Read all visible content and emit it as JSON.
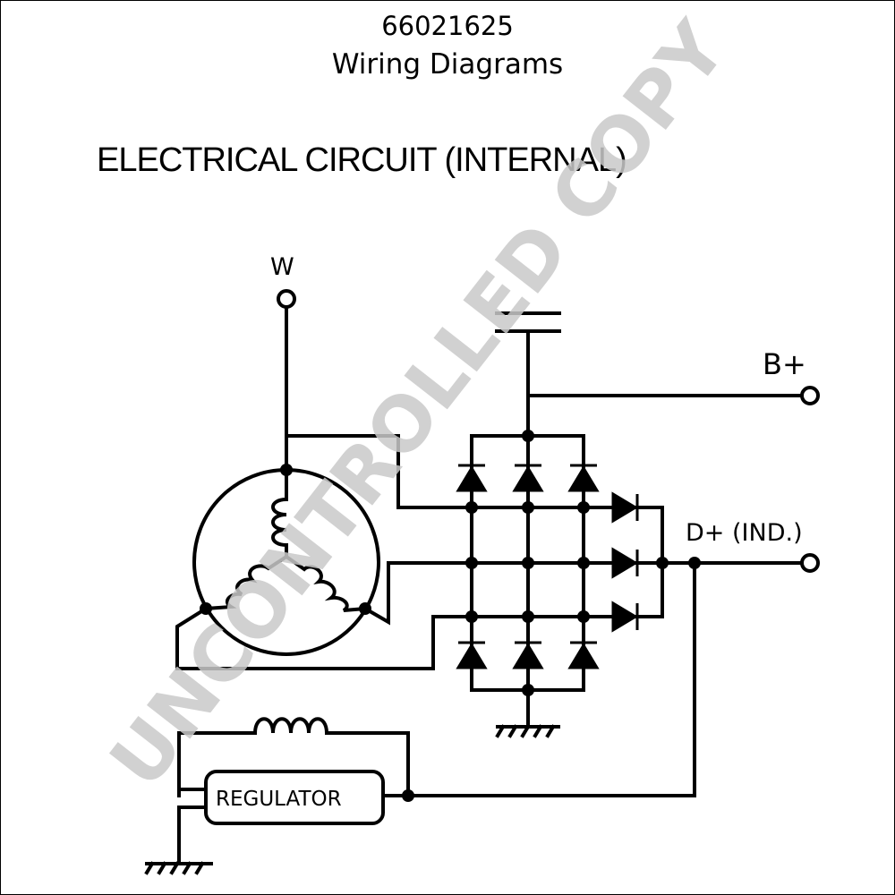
{
  "header": {
    "document_id": "66021625",
    "title": "Wiring Diagrams"
  },
  "section_title": "ELECTRICAL CIRCUIT (INTERNAL)",
  "terminals": {
    "w": "W",
    "b_plus": "B+",
    "d_plus": "D+ (IND.)"
  },
  "components": {
    "regulator": "REGULATOR"
  },
  "watermark": "UNCONTROLLED COPY",
  "colors": {
    "ink": "#000000",
    "watermark": "#c9c9c9",
    "background": "#ffffff"
  }
}
